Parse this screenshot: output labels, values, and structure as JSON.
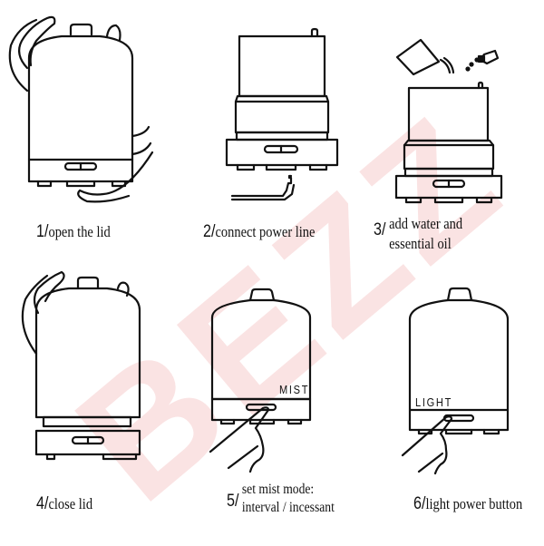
{
  "watermark": "BEZZ",
  "colors": {
    "line": "#111111",
    "watermark": "#f9dada",
    "background": "#ffffff"
  },
  "steps": [
    {
      "num": "1/",
      "text": "open the lid",
      "illustration": "hand-lifting-lid-icon"
    },
    {
      "num": "2/",
      "text": "connect power line",
      "illustration": "base-with-power-plug-icon"
    },
    {
      "num": "3/",
      "line1": "add water and",
      "line2": "essential oil",
      "illustration": "pouring-water-and-oil-icon"
    },
    {
      "num": "4/",
      "text": "close lid",
      "illustration": "hand-placing-lid-icon"
    },
    {
      "num": "5/",
      "line1": "set mist mode:",
      "line2": "interval / incessant",
      "label": "MIST",
      "illustration": "finger-press-mist-button-icon"
    },
    {
      "num": "6/",
      "text": "light power button",
      "label": "LIGHT",
      "illustration": "finger-press-light-button-icon"
    }
  ]
}
